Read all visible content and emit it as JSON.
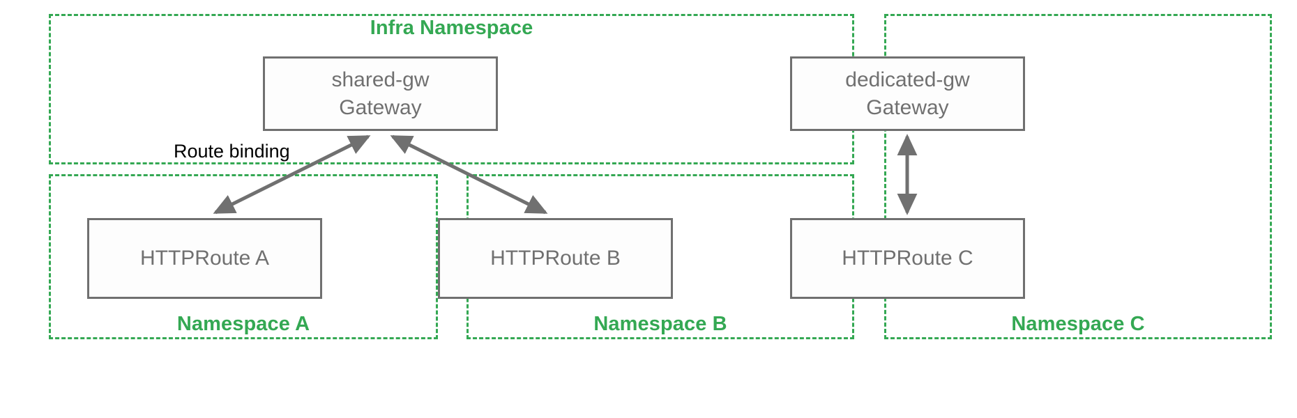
{
  "diagram": {
    "type": "kubernetes-gateway-api-namespace-topology",
    "background": "#ffffff",
    "colors": {
      "namespace_border": "#34a853",
      "namespace_label": "#34a853",
      "node_border": "#707070",
      "node_text": "#707070",
      "node_fill": "#fdfdfd",
      "edge": "#707070",
      "edge_label": "#000000"
    },
    "namespaces": [
      {
        "id": "infra",
        "label": "Infra Namespace",
        "label_position": "top"
      },
      {
        "id": "a",
        "label": "Namespace A",
        "label_position": "bottom"
      },
      {
        "id": "b",
        "label": "Namespace B",
        "label_position": "bottom"
      },
      {
        "id": "c",
        "label": "Namespace C",
        "label_position": "bottom"
      }
    ],
    "nodes": [
      {
        "id": "shared-gw",
        "namespace": "infra",
        "line1": "shared-gw",
        "line2": "Gateway"
      },
      {
        "id": "dedicated-gw",
        "namespace": "c",
        "line1": "dedicated-gw",
        "line2": "Gateway"
      },
      {
        "id": "route-a",
        "namespace": "a",
        "line1": "HTTPRoute A",
        "line2": ""
      },
      {
        "id": "route-b",
        "namespace": "b",
        "line1": "HTTPRoute B",
        "line2": ""
      },
      {
        "id": "route-c",
        "namespace": "c",
        "line1": "HTTPRoute C",
        "line2": ""
      }
    ],
    "edges": [
      {
        "id": "edge-a",
        "from": "route-a",
        "to": "shared-gw",
        "arrows": "both",
        "label": "Route binding"
      },
      {
        "id": "edge-b",
        "from": "route-b",
        "to": "shared-gw",
        "arrows": "both",
        "label": ""
      },
      {
        "id": "edge-c",
        "from": "route-c",
        "to": "dedicated-gw",
        "arrows": "both",
        "label": ""
      }
    ],
    "edge_labels": {
      "route_binding": "Route binding"
    }
  }
}
